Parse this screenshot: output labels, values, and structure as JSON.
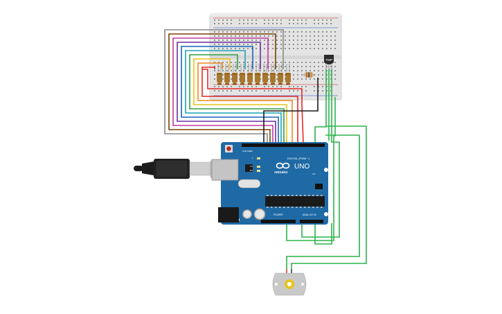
{
  "arduino": {
    "brand": "ARDUINO",
    "model": "UNO",
    "digital_header_label": "DIGITAL (PWM ~)",
    "power_header_label": "POWER",
    "analog_header_label": "ANALOG IN",
    "tx_label": "TX",
    "rx_label": "RX",
    "l_label": "L",
    "on_label": "ON",
    "aref_label": "AREF",
    "gnd_label": "GND"
  },
  "breadboard": {
    "sensor_label": "TMP"
  },
  "colors": {
    "board_blue": "#1f6aa5",
    "breadboard": "#e4e4e4",
    "wire_green": "#2bb34a",
    "wire_black": "#1a1a1a",
    "led_body": "#a8762c"
  },
  "wires": {
    "led_wire_colors": [
      "#888888",
      "#7b3f00",
      "#c0399b",
      "#6a2ea0",
      "#1565c0",
      "#1aa3b8",
      "#2e9e3e",
      "#e8c31a",
      "#f08a1c",
      "#e32626"
    ]
  },
  "icons": {
    "usb": "usb-cable-icon",
    "motor": "dc-motor-icon",
    "reset": "reset-button-icon"
  }
}
